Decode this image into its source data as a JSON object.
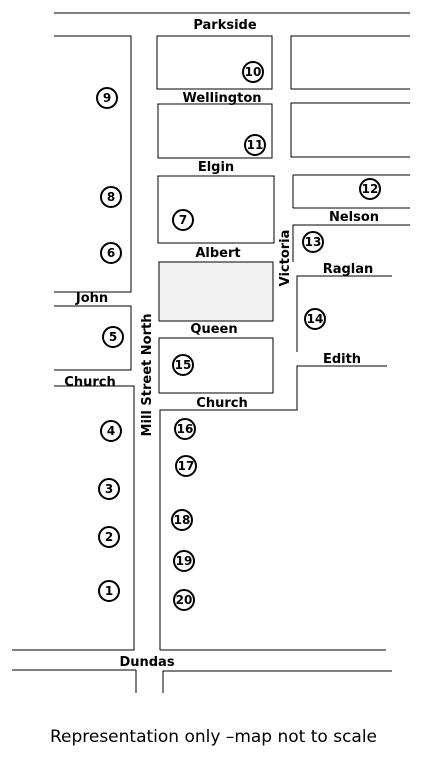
{
  "streets": {
    "parkside": "Parkside",
    "wellington": "Wellington",
    "elgin": "Elgin",
    "nelson": "Nelson",
    "albert": "Albert",
    "victoria": "Victoria",
    "raglan": "Raglan",
    "john": "John",
    "queen": "Queen",
    "mill_street_north": "Mill Street North",
    "edith": "Edith",
    "church_west": "Church",
    "church_east": "Church",
    "dundas": "Dundas"
  },
  "markers": [
    "1",
    "2",
    "3",
    "4",
    "5",
    "6",
    "7",
    "8",
    "9",
    "10",
    "11",
    "12",
    "13",
    "14",
    "15",
    "16",
    "17",
    "18",
    "19",
    "20"
  ],
  "caption": "Representation only –map not to scale",
  "colors": {
    "line": "#000000",
    "block_fill_shaded": "#f2f2f2",
    "background": "#ffffff"
  }
}
